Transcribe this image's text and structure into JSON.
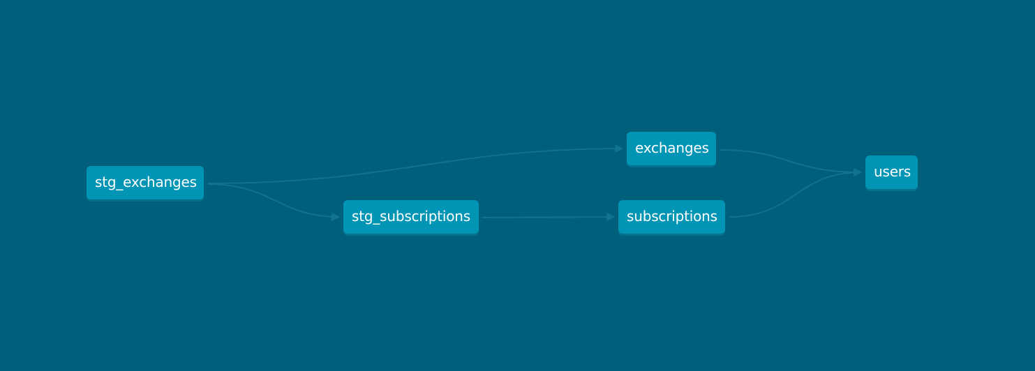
{
  "diagram": {
    "nodes": [
      {
        "id": "stg_exchanges",
        "label": "stg_exchanges"
      },
      {
        "id": "stg_subscriptions",
        "label": "stg_subscriptions"
      },
      {
        "id": "exchanges",
        "label": "exchanges"
      },
      {
        "id": "subscriptions",
        "label": "subscriptions"
      },
      {
        "id": "users",
        "label": "users"
      }
    ],
    "edges": [
      {
        "from": "stg_exchanges",
        "to": "exchanges"
      },
      {
        "from": "stg_exchanges",
        "to": "stg_subscriptions"
      },
      {
        "from": "stg_subscriptions",
        "to": "subscriptions"
      },
      {
        "from": "exchanges",
        "to": "users"
      },
      {
        "from": "subscriptions",
        "to": "users"
      }
    ]
  },
  "colors": {
    "background": "#005f7b",
    "node_fill": "#0095b4",
    "node_shadow": "#04728f",
    "node_text": "#ffffff",
    "edge": "#0f7391"
  }
}
